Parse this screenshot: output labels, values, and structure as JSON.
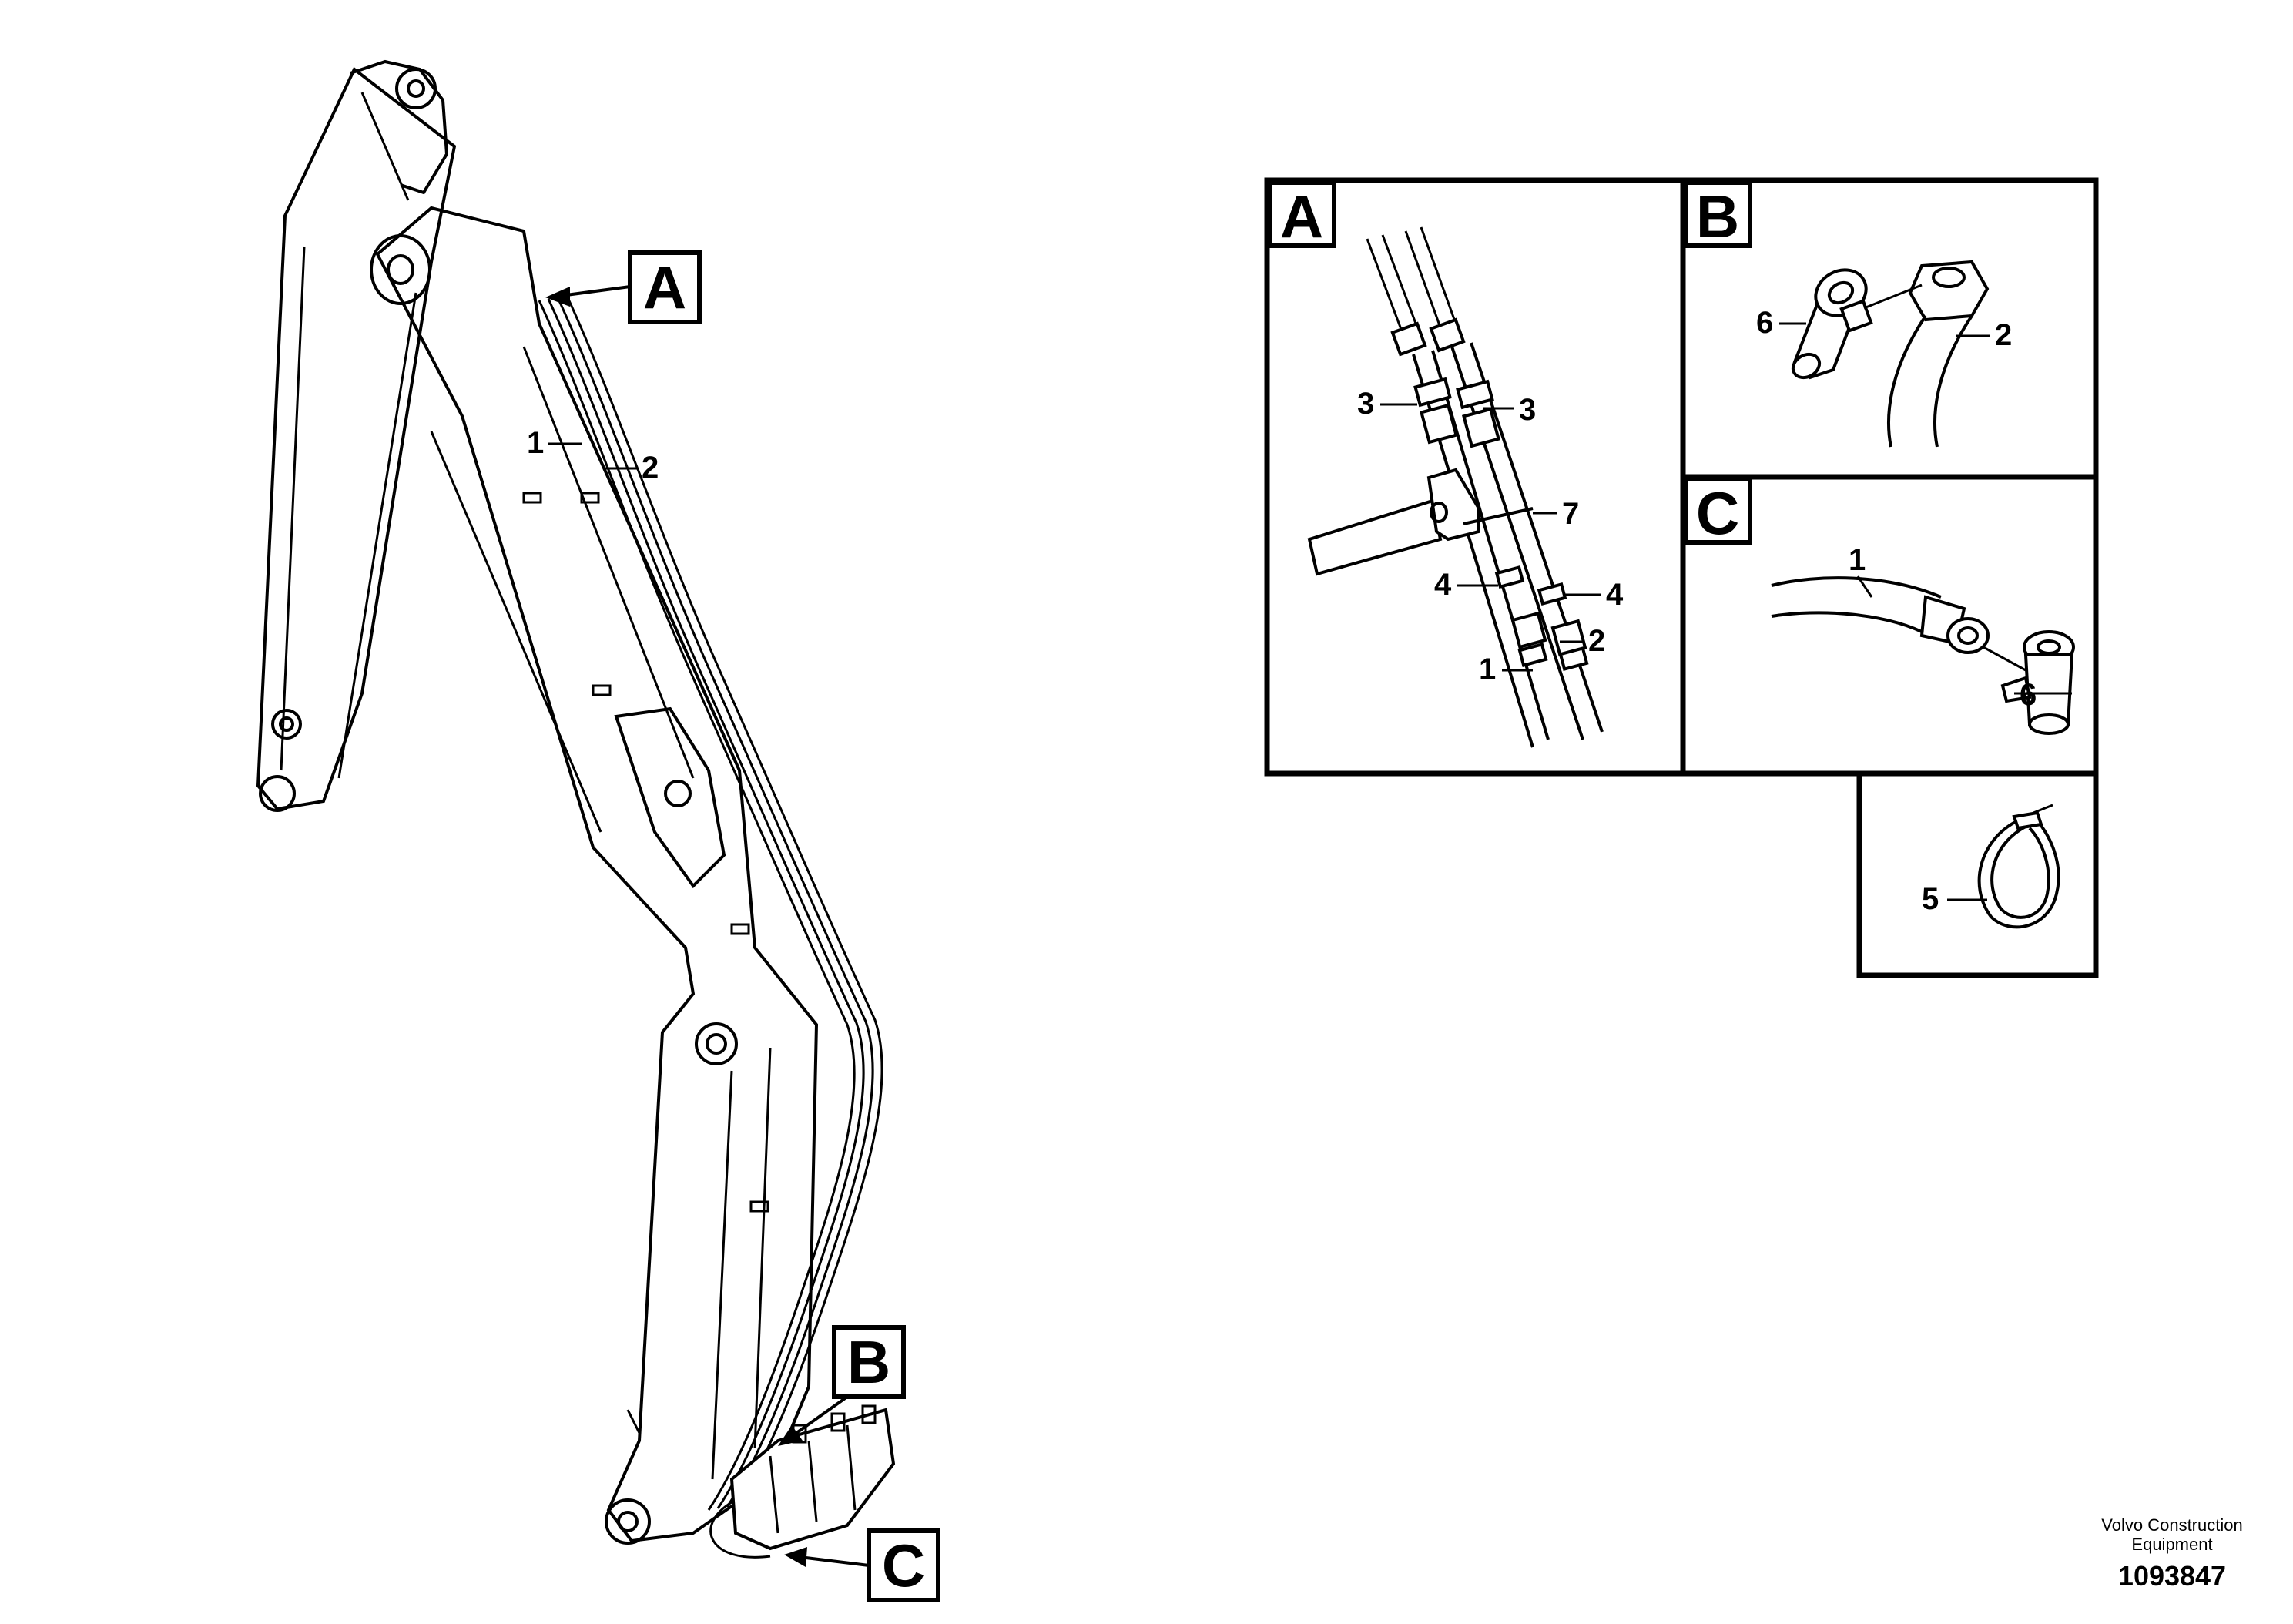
{
  "callouts": {
    "a": "A",
    "b": "B",
    "c": "C"
  },
  "parts": {
    "p1": "1",
    "p2": "2",
    "p3": "3",
    "p4": "4",
    "p5": "5",
    "p6": "6",
    "p7": "7"
  },
  "footer": {
    "brand_line1": "Volvo Construction",
    "brand_line2": "Equipment",
    "doc_number": "1093847"
  }
}
